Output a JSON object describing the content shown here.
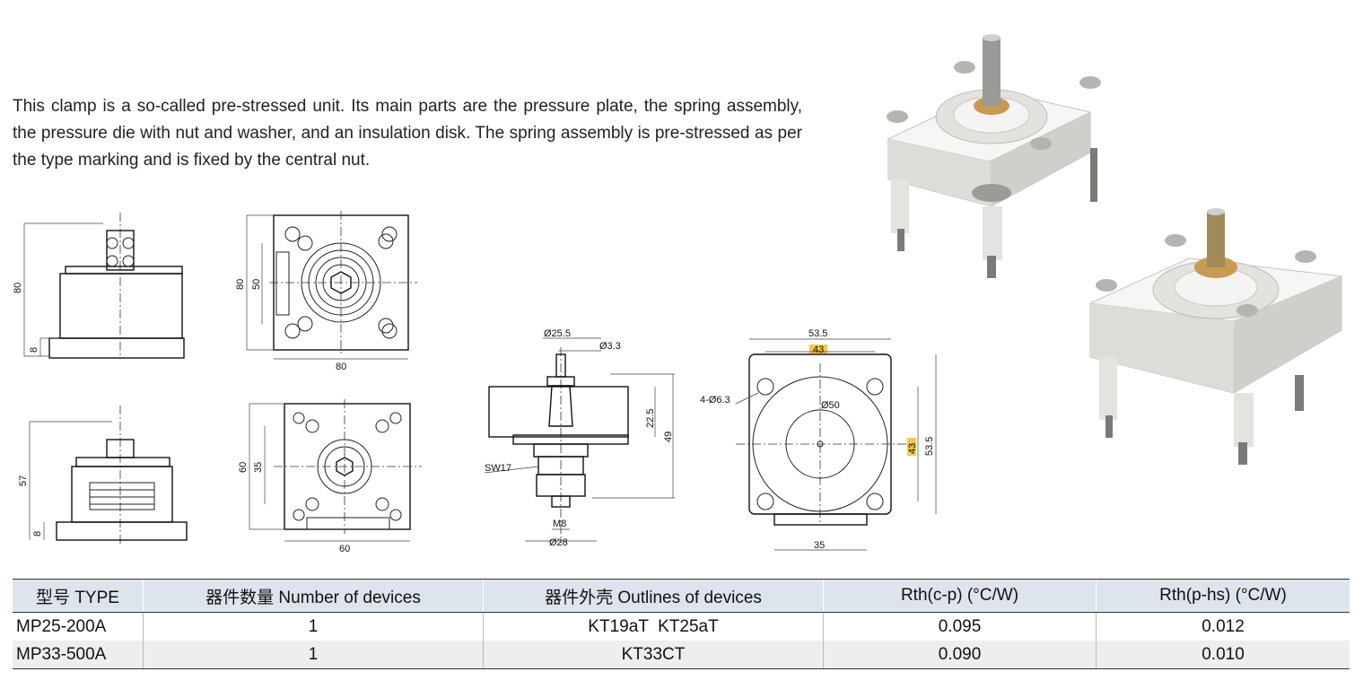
{
  "intro": {
    "text": "This clamp is a so-called pre-stressed unit. Its main parts are the pressure plate, the spring assembly, the pressure die with nut and washer, and an insulation disk. The spring assembly is pre-stressed as per the type marking and is fixed by the central nut."
  },
  "drawings": {
    "side_large": {
      "height": "80",
      "base": "8"
    },
    "top_large": {
      "height": "80",
      "inner": "50",
      "width": "80"
    },
    "side_small": {
      "height": "57",
      "base": "8"
    },
    "top_small": {
      "height": "60",
      "inner": "35",
      "width": "60"
    },
    "section": {
      "top_dia": "Ø25.5",
      "hole_dia": "Ø3.3",
      "h1": "22.5",
      "h2": "49",
      "nut": "SW17",
      "thread": "M8",
      "base_dia": "Ø28"
    },
    "plate": {
      "outer": "53.5",
      "pitch": "43",
      "holes": "4-Ø6.3",
      "inner_dia": "Ø50",
      "pitch_v": "43",
      "outer_v": "53.5",
      "tab": "35"
    }
  },
  "table": {
    "headers": [
      "型号 TYPE",
      "器件数量 Number of devices",
      "器件外壳 Outlines of devices",
      "Rth(c-p) (°C/W)",
      "Rth(p-hs) (°C/W)"
    ],
    "rows": [
      [
        "MP25-200A",
        "1",
        "KT19aT  KT25aT",
        "0.095",
        "0.012"
      ],
      [
        "MP33-500A",
        "1",
        "KT33CT",
        "0.090",
        "0.010"
      ]
    ]
  },
  "colors": {
    "header_bg": "#dde4ec",
    "row_alt": "#eeeeee",
    "highlight": "#f7c948"
  }
}
